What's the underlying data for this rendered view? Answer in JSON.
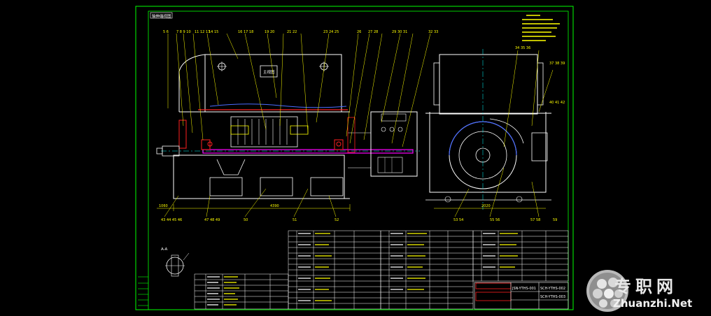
{
  "drawing": {
    "tag_top_left": "轴伸端视图",
    "label_center": "主视图",
    "section_label": "A-A",
    "balloons_top_front": [
      "5 6",
      "7 8 9 10",
      "11 12 13",
      "14 15",
      "16 17 18",
      "19 20",
      "21 22",
      "23 24 25",
      "26",
      "27 28",
      "29 30 31",
      "32 33"
    ],
    "balloons_top_side": [
      "34 35 36",
      "37 38 39",
      "40 41 42"
    ],
    "balloons_bottom_front": [
      "43 44 45 46",
      "47 48 49",
      "50",
      "51",
      "52"
    ],
    "balloons_bottom_side": [
      "53 54",
      "55 56",
      "57 58",
      "59"
    ],
    "dim_left": "1060",
    "dim_total": "4390",
    "dim_side": "2020"
  },
  "title_block": {
    "drawing_no_a": "JSN-YTHS-001",
    "drawing_no_b": "SCH-YTHS-002",
    "drawing_no_c": "SCH-YTHS-003"
  },
  "watermark": {
    "cn": "专职网",
    "en": "Zhuanzhi.Net"
  },
  "colors": {
    "background": "#000000",
    "frame": "#00ff00",
    "outline": "#ffffff",
    "annotation": "#ffff00",
    "seal": "#ff2020",
    "shaft": "#ff00ff",
    "centerline": "#00ffff"
  }
}
